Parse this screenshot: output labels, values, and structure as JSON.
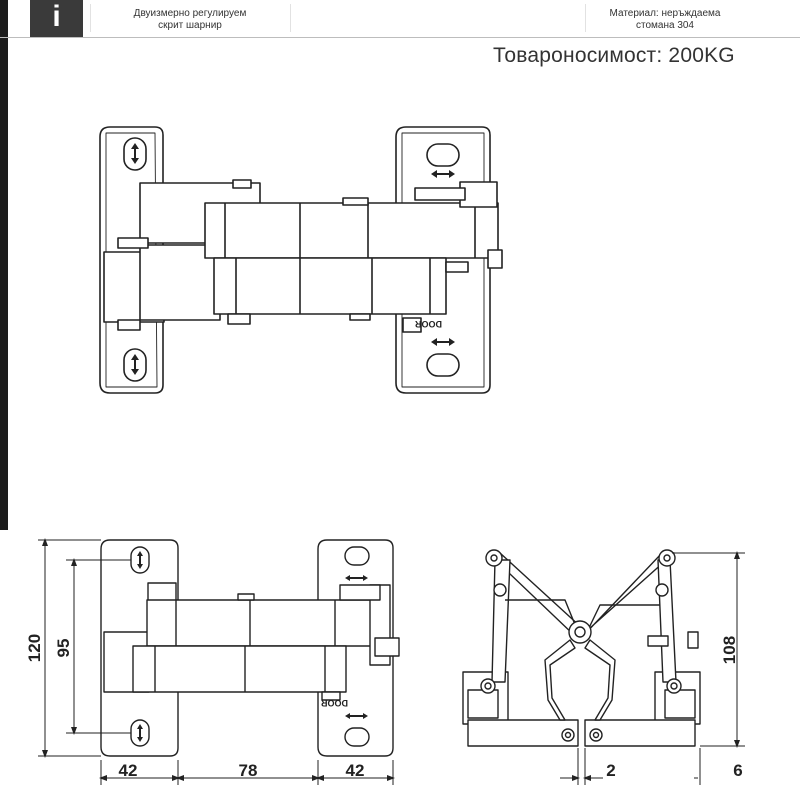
{
  "header": {
    "badge": "i",
    "left_line1": "Двуизмерно регулируем",
    "left_line2": "скрит шарнир",
    "right_line1": "Материал: неръждаема",
    "right_line2": "стомана 304"
  },
  "load_capacity": "Товароносимост: 200KG",
  "door_label": "DOOR",
  "dimensions": {
    "width_left": "42",
    "width_middle": "78",
    "width_right": "42",
    "height_total": "120",
    "hole_spacing": "95",
    "side_height": "108",
    "gap": "2",
    "offset": "6"
  },
  "icons": [
    "info-icon",
    "vertical-adjust-arrow-icon",
    "horizontal-adjust-arrow-icon"
  ]
}
